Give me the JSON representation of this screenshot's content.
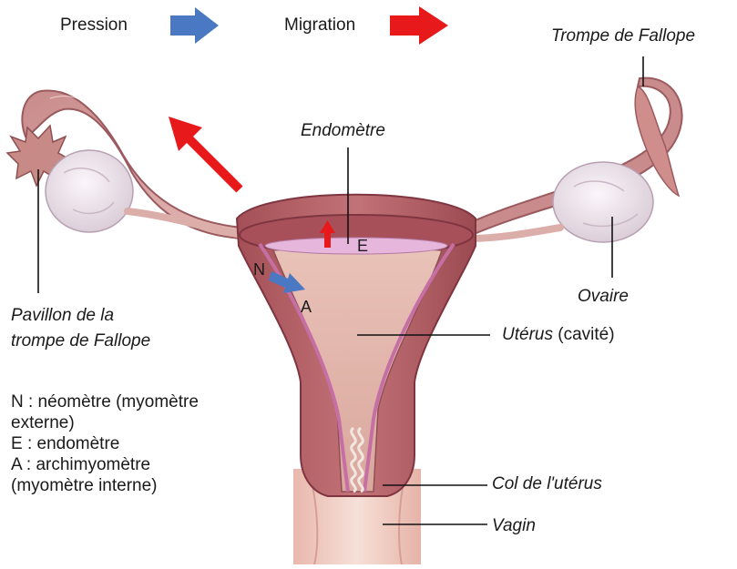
{
  "legend_top": {
    "pressure_label": "Pression",
    "migration_label": "Migration",
    "pressure_color": "#4a78c2",
    "migration_color": "#e8191a"
  },
  "labels": {
    "fallopian_tube": "Trompe de Fallope",
    "endometrium": "Endomètre",
    "ovary": "Ovaire",
    "uterus": "Utérus",
    "uterus_suffix": "(cavité)",
    "tube_infundibulum_line1": "Pavillon de la",
    "tube_infundibulum_line2": "trompe de Fallope",
    "cervix": "Col de l'utérus",
    "vagina": "Vagin",
    "layer_n": "N",
    "layer_e": "E",
    "layer_a": "A"
  },
  "key": {
    "line1": "N : néomètre (myomètre",
    "line2": "externe)",
    "line3": "E : endomètre",
    "line4": "A : archimyomètre",
    "line5": "(myomètre interne)"
  },
  "colors": {
    "muscle": "#b9676b",
    "muscle_dark": "#8f3f48",
    "cavity": "#ddb0a7",
    "endometrium": "#e7b6dc",
    "ovary": "#ece4ea",
    "vagina": "#f4d6cc"
  }
}
